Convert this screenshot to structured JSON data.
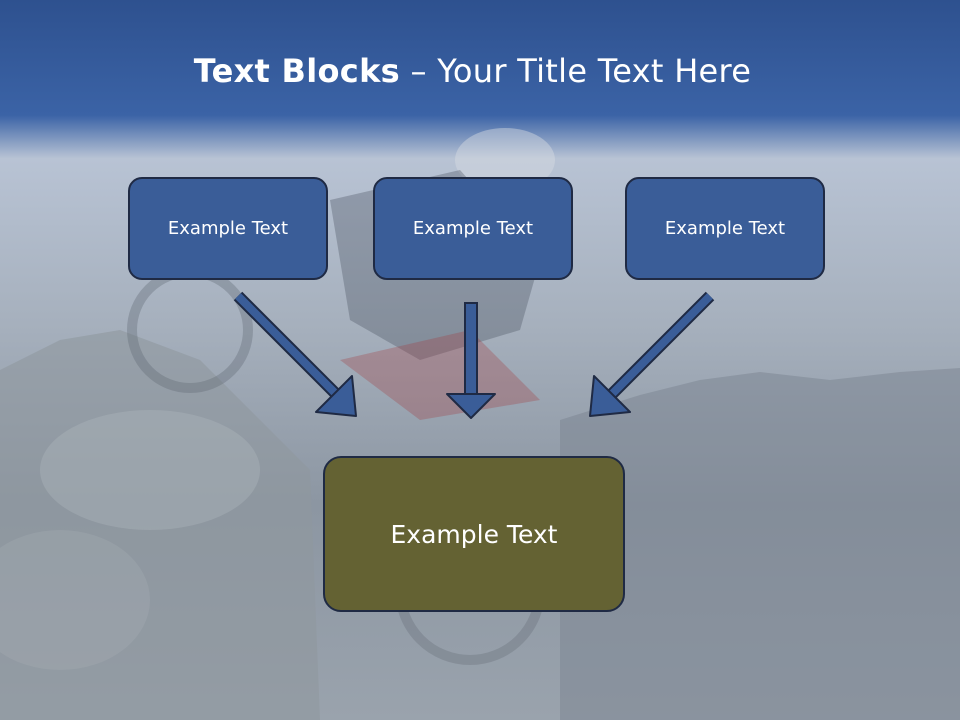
{
  "title": {
    "bold": "Text Blocks",
    "dash": " – ",
    "rest": "Your Title Text Here"
  },
  "boxes": [
    {
      "label": "Example Text"
    },
    {
      "label": "Example Text"
    },
    {
      "label": "Example Text"
    }
  ],
  "target": {
    "label": "Example Text"
  },
  "colors": {
    "header_blue": "#2e518f",
    "box_blue": "#3a5d98",
    "target_olive": "#646233",
    "arrow_fill": "#3a5d98",
    "border": "#1f2a44"
  }
}
